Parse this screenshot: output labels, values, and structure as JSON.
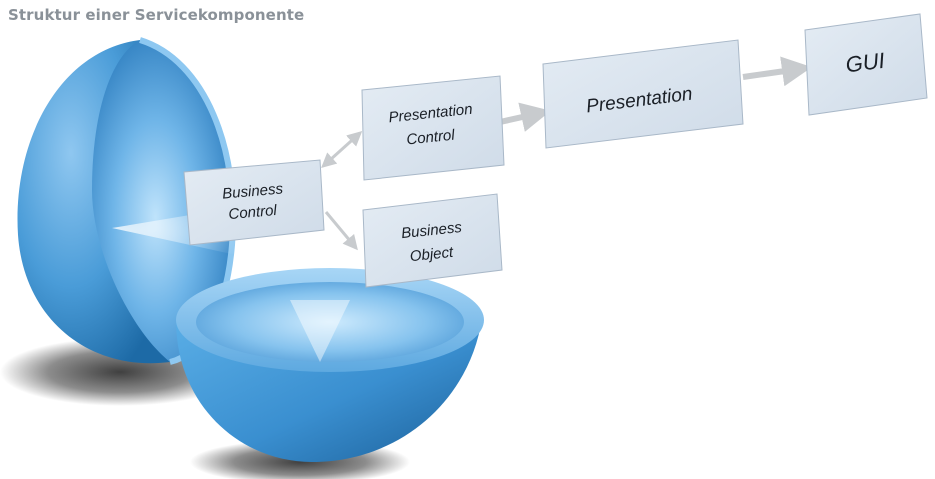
{
  "title": "Struktur einer Servicekomponente",
  "boxes": {
    "business_control": [
      "Business",
      "Control"
    ],
    "presentation_control": [
      "Presentation",
      "Control"
    ],
    "business_object": [
      "Business",
      "Object"
    ],
    "presentation": "Presentation",
    "gui": "GUI"
  },
  "colors": {
    "box_fill": "#d9e3ee",
    "box_edge": "#a9b8c8",
    "arrow": "#c8cbce",
    "sphere_light": "#9cd0f4",
    "sphere_mid": "#4fa3df",
    "sphere_dark": "#1f6fae"
  }
}
